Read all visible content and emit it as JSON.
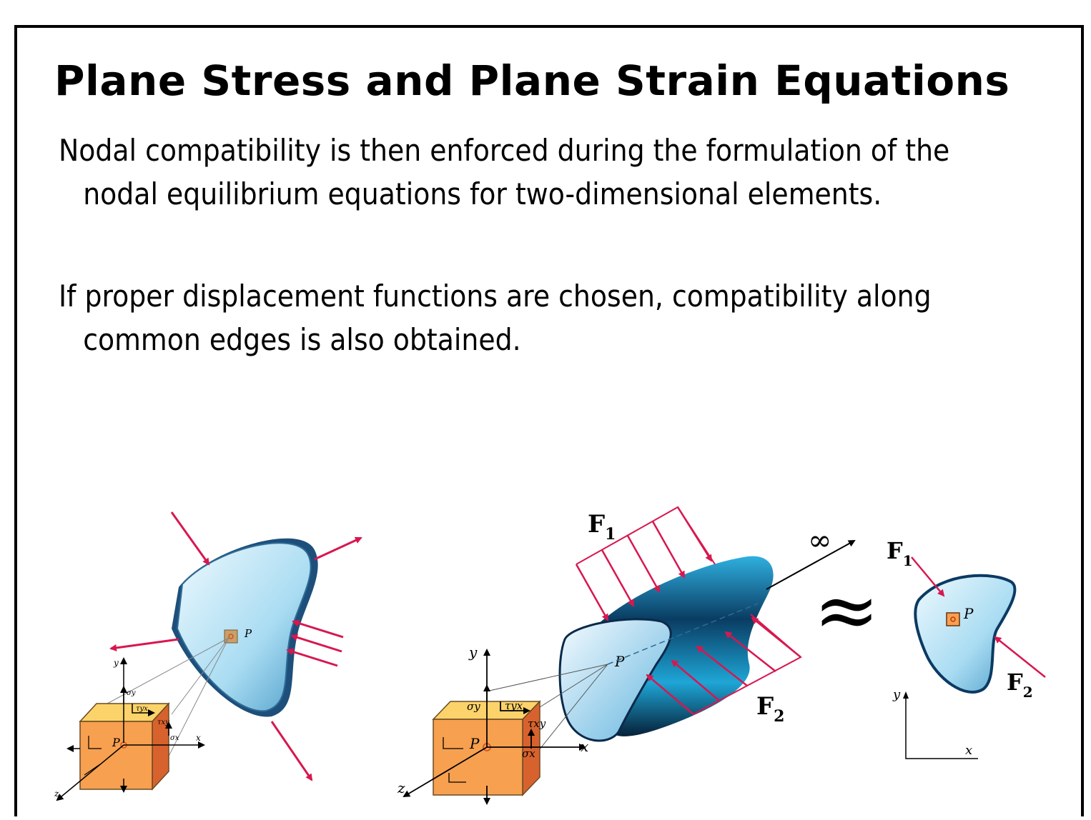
{
  "slide": {
    "title": "Plane Stress and Plane Strain Equations",
    "paragraphs": [
      "Nodal compatibility is then enforced during the formulation of the nodal equilibrium equations for two-dimensional elements.",
      "If proper displacement functions are chosen, compatibility along common edges is also obtained."
    ]
  },
  "figure": {
    "left": {
      "point_label": "P",
      "axis_y": "y",
      "axis_x": "x",
      "axis_z": "z",
      "stress_sigma_y": "σy",
      "stress_tau_yx": "τyx",
      "stress_tau_xy": "τxy",
      "stress_sigma_x": "σx"
    },
    "right": {
      "force_1": "F",
      "force_1_sub": "1",
      "force_2": "F",
      "force_2_sub": "2",
      "infinity": "∞",
      "approx": "≈",
      "point_label": "P",
      "axis_y": "y",
      "axis_x": "x",
      "axis_z": "z",
      "stress_sigma_y": "σy",
      "stress_tau_yx": "τyx",
      "stress_tau_xy": "τxy",
      "stress_sigma_x": "σx",
      "small_force_1": "F",
      "small_force_1_sub": "1",
      "small_force_2": "F",
      "small_force_2_sub": "2",
      "small_point": "P",
      "small_axis_y": "y",
      "small_axis_x": "x"
    },
    "colors": {
      "arrow": "#d8174f",
      "body_light": "#d8f1fb",
      "body_dark": "#0b2a4a",
      "cube_front": "#f6a050",
      "cube_top": "#fbd36a",
      "cube_side": "#d8622e"
    }
  }
}
